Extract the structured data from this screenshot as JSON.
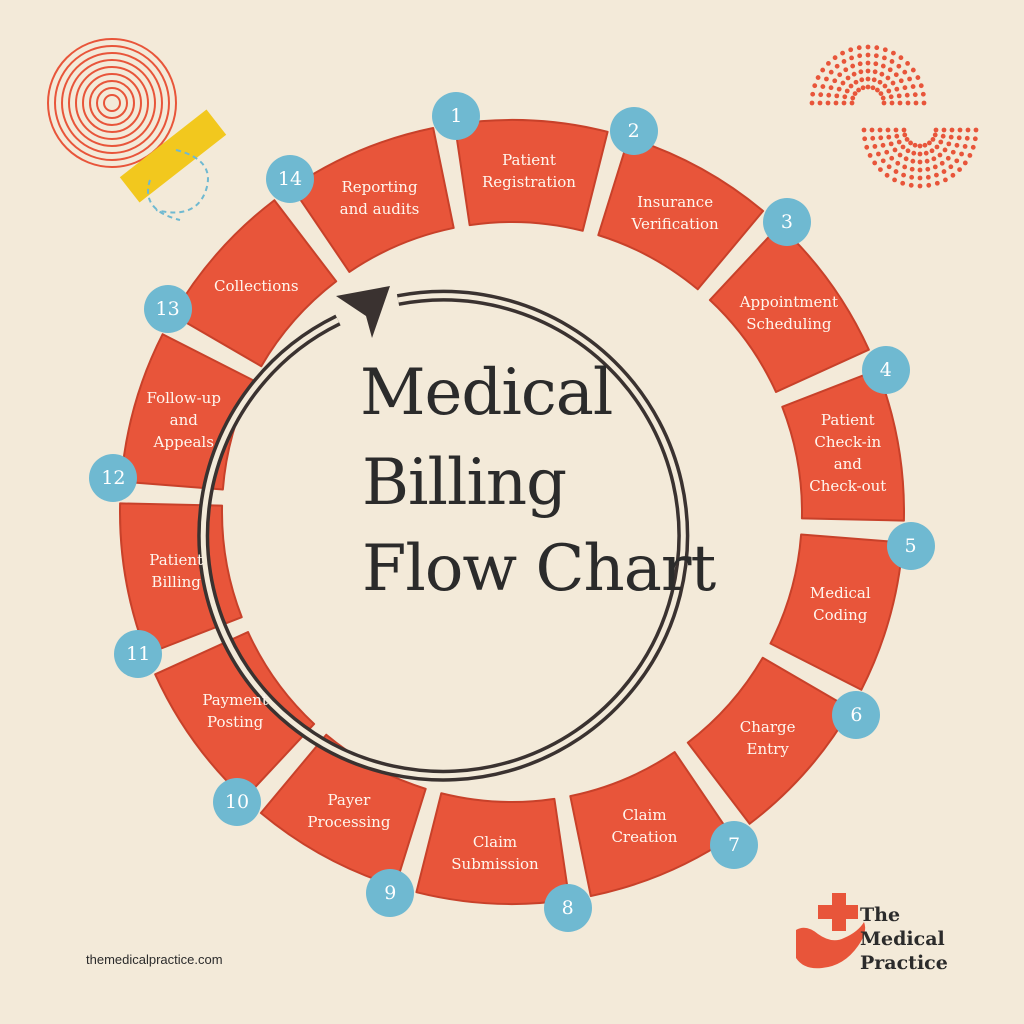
{
  "title": [
    "Medical",
    "Billing",
    "Flow Chart"
  ],
  "steps": [
    {
      "num": "1",
      "lines": [
        "Patient",
        "Registration"
      ]
    },
    {
      "num": "2",
      "lines": [
        "Insurance",
        "Verification"
      ]
    },
    {
      "num": "3",
      "lines": [
        "Appointment",
        "Scheduling"
      ]
    },
    {
      "num": "4",
      "lines": [
        "Patient",
        "Check-in",
        "and",
        "Check-out"
      ]
    },
    {
      "num": "5",
      "lines": [
        "Medical",
        "Coding"
      ]
    },
    {
      "num": "6",
      "lines": [
        "Charge",
        "Entry"
      ]
    },
    {
      "num": "7",
      "lines": [
        "Claim",
        "Creation"
      ]
    },
    {
      "num": "8",
      "lines": [
        "Claim",
        "Submission"
      ]
    },
    {
      "num": "9",
      "lines": [
        "Payer",
        "Processing"
      ]
    },
    {
      "num": "10",
      "lines": [
        "Payment",
        "Posting"
      ]
    },
    {
      "num": "11",
      "lines": [
        "Patient",
        "Billing"
      ]
    },
    {
      "num": "12",
      "lines": [
        "Follow-up",
        "and",
        "Appeals"
      ]
    },
    {
      "num": "13",
      "lines": [
        "Collections"
      ]
    },
    {
      "num": "14",
      "lines": [
        "Reporting",
        "and audits"
      ]
    }
  ],
  "footer": {
    "url": "themedicalpractice.com"
  },
  "brand": {
    "lines": [
      "The",
      "Medical",
      "Practice"
    ]
  },
  "colors": {
    "background": "#f3ead9",
    "segment": "#e8553a",
    "badge": "#6fb9d1",
    "text": "#2b2b2b",
    "accent_yellow": "#f2c81e"
  },
  "icons": [
    "concentric-circles-icon",
    "dotted-arcs-icon",
    "circular-arrow-icon",
    "medical-cross-hand-icon"
  ]
}
